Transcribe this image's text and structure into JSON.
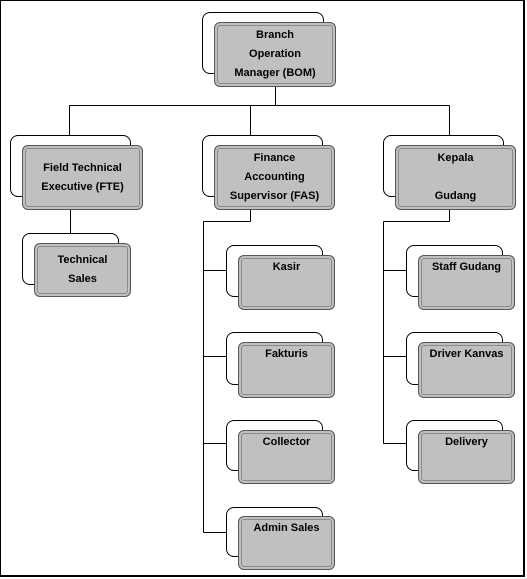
{
  "chart": {
    "root": {
      "label": "Branch\nOperation\nManager (BOM)"
    },
    "columns": [
      {
        "head": {
          "label": "Field Technical\nExecutive (FTE)"
        },
        "children": [
          {
            "label": "Technical\nSales"
          }
        ]
      },
      {
        "head": {
          "label": "Finance\nAccounting\nSupervisor (FAS)"
        },
        "children": [
          {
            "label": "Kasir"
          },
          {
            "label": "Fakturis"
          },
          {
            "label": "Collector"
          },
          {
            "label": "Admin  Sales"
          }
        ]
      },
      {
        "head": {
          "label": "Kepala\n\nGudang"
        },
        "children": [
          {
            "label": "Staff  Gudang"
          },
          {
            "label": "Driver Kanvas"
          },
          {
            "label": "Delivery"
          }
        ]
      }
    ]
  }
}
